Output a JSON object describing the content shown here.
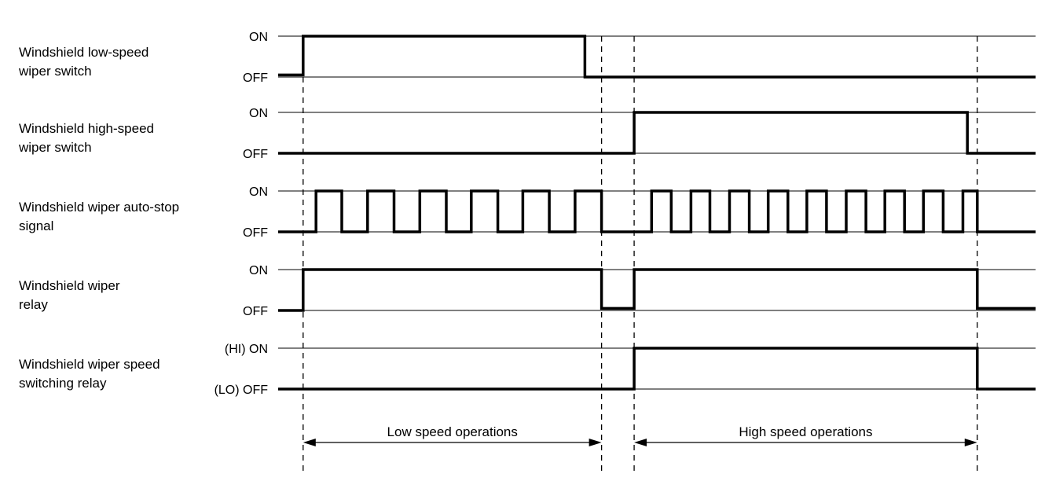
{
  "chart_data": {
    "type": "timing_diagram",
    "time_range": [
      0,
      100
    ],
    "signals": [
      {
        "id": "low_speed_switch",
        "label_lines": [
          "Windshield low-speed",
          "wiper switch"
        ],
        "on_label": "ON",
        "off_label": "OFF",
        "points": [
          [
            0,
            0.05
          ],
          [
            3.3,
            0.05
          ],
          [
            3.3,
            1
          ],
          [
            40.5,
            1
          ],
          [
            40.5,
            0
          ],
          [
            100,
            0
          ]
        ]
      },
      {
        "id": "high_speed_switch",
        "label_lines": [
          "Windshield high-speed",
          "wiper switch"
        ],
        "on_label": "ON",
        "off_label": "OFF",
        "points": [
          [
            0,
            0
          ],
          [
            47.0,
            0
          ],
          [
            47.0,
            1
          ],
          [
            91.0,
            1
          ],
          [
            91.0,
            0
          ],
          [
            100,
            0
          ]
        ]
      },
      {
        "id": "auto_stop_signal",
        "label_lines": [
          "Windshield wiper auto-stop",
          "signal"
        ],
        "on_label": "ON",
        "off_label": "OFF",
        "points": [
          [
            0,
            0
          ],
          [
            5.0,
            0
          ],
          [
            5.0,
            1
          ],
          [
            8.4,
            1
          ],
          [
            8.4,
            0
          ],
          [
            11.8,
            0
          ],
          [
            11.8,
            1
          ],
          [
            15.3,
            1
          ],
          [
            15.3,
            0
          ],
          [
            18.7,
            0
          ],
          [
            18.7,
            1
          ],
          [
            22.2,
            1
          ],
          [
            22.2,
            0
          ],
          [
            25.5,
            0
          ],
          [
            25.5,
            1
          ],
          [
            29.0,
            1
          ],
          [
            29.0,
            0
          ],
          [
            32.3,
            0
          ],
          [
            32.3,
            1
          ],
          [
            35.8,
            1
          ],
          [
            35.8,
            0
          ],
          [
            39.2,
            0
          ],
          [
            39.2,
            1
          ],
          [
            42.7,
            1
          ],
          [
            42.7,
            0
          ],
          [
            49.3,
            0
          ],
          [
            49.3,
            1
          ],
          [
            51.9,
            1
          ],
          [
            51.9,
            0
          ],
          [
            54.5,
            0
          ],
          [
            54.5,
            1
          ],
          [
            57.0,
            1
          ],
          [
            57.0,
            0
          ],
          [
            59.6,
            0
          ],
          [
            59.6,
            1
          ],
          [
            62.2,
            1
          ],
          [
            62.2,
            0
          ],
          [
            64.7,
            0
          ],
          [
            64.7,
            1
          ],
          [
            67.3,
            1
          ],
          [
            67.3,
            0
          ],
          [
            69.8,
            0
          ],
          [
            69.8,
            1
          ],
          [
            72.4,
            1
          ],
          [
            72.4,
            0
          ],
          [
            75.0,
            0
          ],
          [
            75.0,
            1
          ],
          [
            77.6,
            1
          ],
          [
            77.6,
            0
          ],
          [
            80.1,
            0
          ],
          [
            80.1,
            1
          ],
          [
            82.7,
            1
          ],
          [
            82.7,
            0
          ],
          [
            85.2,
            0
          ],
          [
            85.2,
            1
          ],
          [
            87.8,
            1
          ],
          [
            87.8,
            0
          ],
          [
            90.4,
            0
          ],
          [
            90.4,
            1
          ],
          [
            92.3,
            1
          ],
          [
            92.3,
            0
          ],
          [
            100,
            0
          ]
        ]
      },
      {
        "id": "wiper_relay",
        "label_lines": [
          "Windshield wiper",
          "relay"
        ],
        "on_label": "ON",
        "off_label": "OFF",
        "points": [
          [
            0,
            0
          ],
          [
            3.3,
            0
          ],
          [
            3.3,
            1
          ],
          [
            42.7,
            1
          ],
          [
            42.7,
            0.05
          ],
          [
            47.0,
            0.05
          ],
          [
            47.0,
            1
          ],
          [
            92.3,
            1
          ],
          [
            92.3,
            0.05
          ],
          [
            100,
            0.05
          ]
        ]
      },
      {
        "id": "speed_switching_relay",
        "label_lines": [
          "Windshield wiper speed",
          "switching relay"
        ],
        "on_label": "(HI) ON",
        "off_label": "(LO) OFF",
        "points": [
          [
            0,
            0
          ],
          [
            47.0,
            0
          ],
          [
            47.0,
            1
          ],
          [
            92.3,
            1
          ],
          [
            92.3,
            0
          ],
          [
            100,
            0
          ]
        ]
      }
    ],
    "markers": [
      3.3,
      42.7,
      47.0,
      92.3
    ],
    "annotations": [
      {
        "label": "Low speed operations",
        "from": 3.3,
        "to": 42.7
      },
      {
        "label": "High speed operations",
        "from": 47.0,
        "to": 92.3
      }
    ]
  }
}
